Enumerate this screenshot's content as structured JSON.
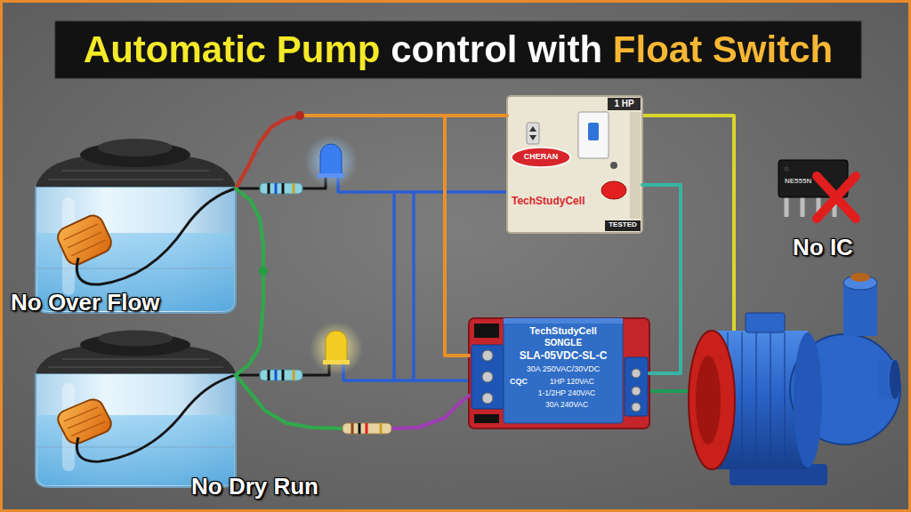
{
  "diagram": {
    "title": "Automatic Pump control with Float Switch",
    "nodes": [
      {
        "text": [
          "No Over Flow"
        ]
      },
      {
        "text": [
          "No Dry Run"
        ]
      },
      {
        "text": [
          "1 HP",
          "CHERAN",
          "TechStudyCell",
          "TESTED"
        ]
      },
      {
        "text": [
          "TechStudyCell",
          "SONGLE",
          "SLA-05VDC-SL-C",
          "30A 250VAC/30VDC",
          "CQC",
          "1HP 120VAC",
          "1-1/2HP 240VAC",
          "30A 240VAC"
        ]
      }
    ],
    "edges": [
      {
        "from": 0,
        "to": 2,
        "arrow": "none"
      },
      {
        "from": 0,
        "to": 3,
        "arrow": "none"
      },
      {
        "from": 0,
        "to": 1,
        "arrow": "none"
      },
      {
        "from": 1,
        "to": 3,
        "arrow": "none"
      },
      {
        "from": 2,
        "to": 3,
        "arrow": "none"
      }
    ],
    "labels": [
      "NE555N",
      "No IC"
    ]
  }
}
